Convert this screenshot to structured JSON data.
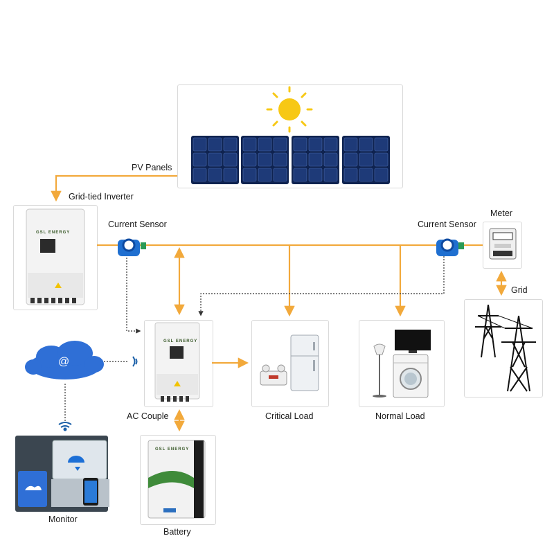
{
  "labels": {
    "pv_panels": "PV Panels",
    "grid_tied_inverter": "Grid-tied Inverter",
    "current_sensor_left": "Current Sensor",
    "current_sensor_right": "Current Sensor",
    "meter": "Meter",
    "grid": "Grid",
    "ac_couple": "AC Couple",
    "critical_load": "Critical Load",
    "normal_load": "Normal Load",
    "battery": "Battery",
    "monitor": "Monitor"
  },
  "branding": {
    "inverter_brand": "GSL ENERGY",
    "ac_couple_brand": "GSL ENERGY",
    "battery_brand": "GSL ENERGY"
  },
  "cloud_symbol": "@",
  "colors": {
    "wire": "#f2a93b",
    "panel_cell": "#1e3a78",
    "sun": "#f7c815",
    "cloud": "#2f6fd6",
    "signal_line": "#444444"
  },
  "icons": [
    "sun-icon",
    "solar-panel-icon",
    "inverter-icon",
    "current-sensor-icon",
    "meter-icon",
    "transmission-tower-icon",
    "cloud-icon",
    "wifi-icon",
    "fridge-icon",
    "emergency-light-icon",
    "tv-icon",
    "washing-machine-icon",
    "floor-lamp-icon",
    "battery-icon",
    "laptop-icon",
    "phone-icon"
  ]
}
